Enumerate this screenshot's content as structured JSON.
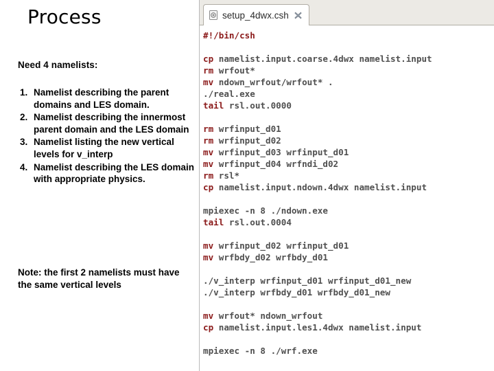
{
  "slide": {
    "title": "Process",
    "intro": "Need 4 namelists:",
    "items": [
      "Namelist describing the parent domains and LES domain.",
      "Namelist describing the innermost parent domain and the LES domain",
      "Namelist listing the new vertical levels for v_interp",
      "Namelist describing the LES domain with appropriate physics."
    ],
    "note": "Note: the first 2 namelists must have the same vertical levels"
  },
  "editor": {
    "tab": {
      "filename": "setup_4dwx.csh",
      "doc_icon": "document-icon",
      "close_icon": "close-icon"
    },
    "code_lines": [
      {
        "kw": "#!/bin/csh",
        "rest": ""
      },
      {
        "kw": "",
        "rest": ""
      },
      {
        "kw": "cp",
        "rest": " namelist.input.coarse.4dwx namelist.input"
      },
      {
        "kw": "rm",
        "rest": " wrfout*"
      },
      {
        "kw": "mv",
        "rest": " ndown_wrfout/wrfout* ."
      },
      {
        "kw": "",
        "rest": "./real.exe"
      },
      {
        "kw": "tail",
        "rest": " rsl.out.0000"
      },
      {
        "kw": "",
        "rest": ""
      },
      {
        "kw": "rm",
        "rest": " wrfinput_d01"
      },
      {
        "kw": "rm",
        "rest": " wrfinput_d02"
      },
      {
        "kw": "mv",
        "rest": " wrfinput_d03 wrfinput_d01"
      },
      {
        "kw": "mv",
        "rest": " wrfinput_d04 wrfndi_d02"
      },
      {
        "kw": "rm",
        "rest": " rsl*"
      },
      {
        "kw": "cp",
        "rest": " namelist.input.ndown.4dwx namelist.input"
      },
      {
        "kw": "",
        "rest": ""
      },
      {
        "kw": "",
        "rest": "mpiexec -n 8 ./ndown.exe"
      },
      {
        "kw": "tail",
        "rest": " rsl.out.0004"
      },
      {
        "kw": "",
        "rest": ""
      },
      {
        "kw": "mv",
        "rest": " wrfinput_d02 wrfinput_d01"
      },
      {
        "kw": "mv",
        "rest": " wrfbdy_d02 wrfbdy_d01"
      },
      {
        "kw": "",
        "rest": ""
      },
      {
        "kw": "",
        "rest": "./v_interp wrfinput_d01 wrfinput_d01_new"
      },
      {
        "kw": "",
        "rest": "./v_interp wrfbdy_d01 wrfbdy_d01_new"
      },
      {
        "kw": "",
        "rest": ""
      },
      {
        "kw": "mv",
        "rest": " wrfout* ndown_wrfout"
      },
      {
        "kw": "cp",
        "rest": " namelist.input.les1.4dwx namelist.input"
      },
      {
        "kw": "",
        "rest": ""
      },
      {
        "kw": "",
        "rest": "mpiexec -n 8 ./wrf.exe"
      }
    ]
  },
  "colors": {
    "keyword": "#8b1a1a",
    "code_text": "#4f4f4f",
    "tab_bar": "#eceae5"
  }
}
